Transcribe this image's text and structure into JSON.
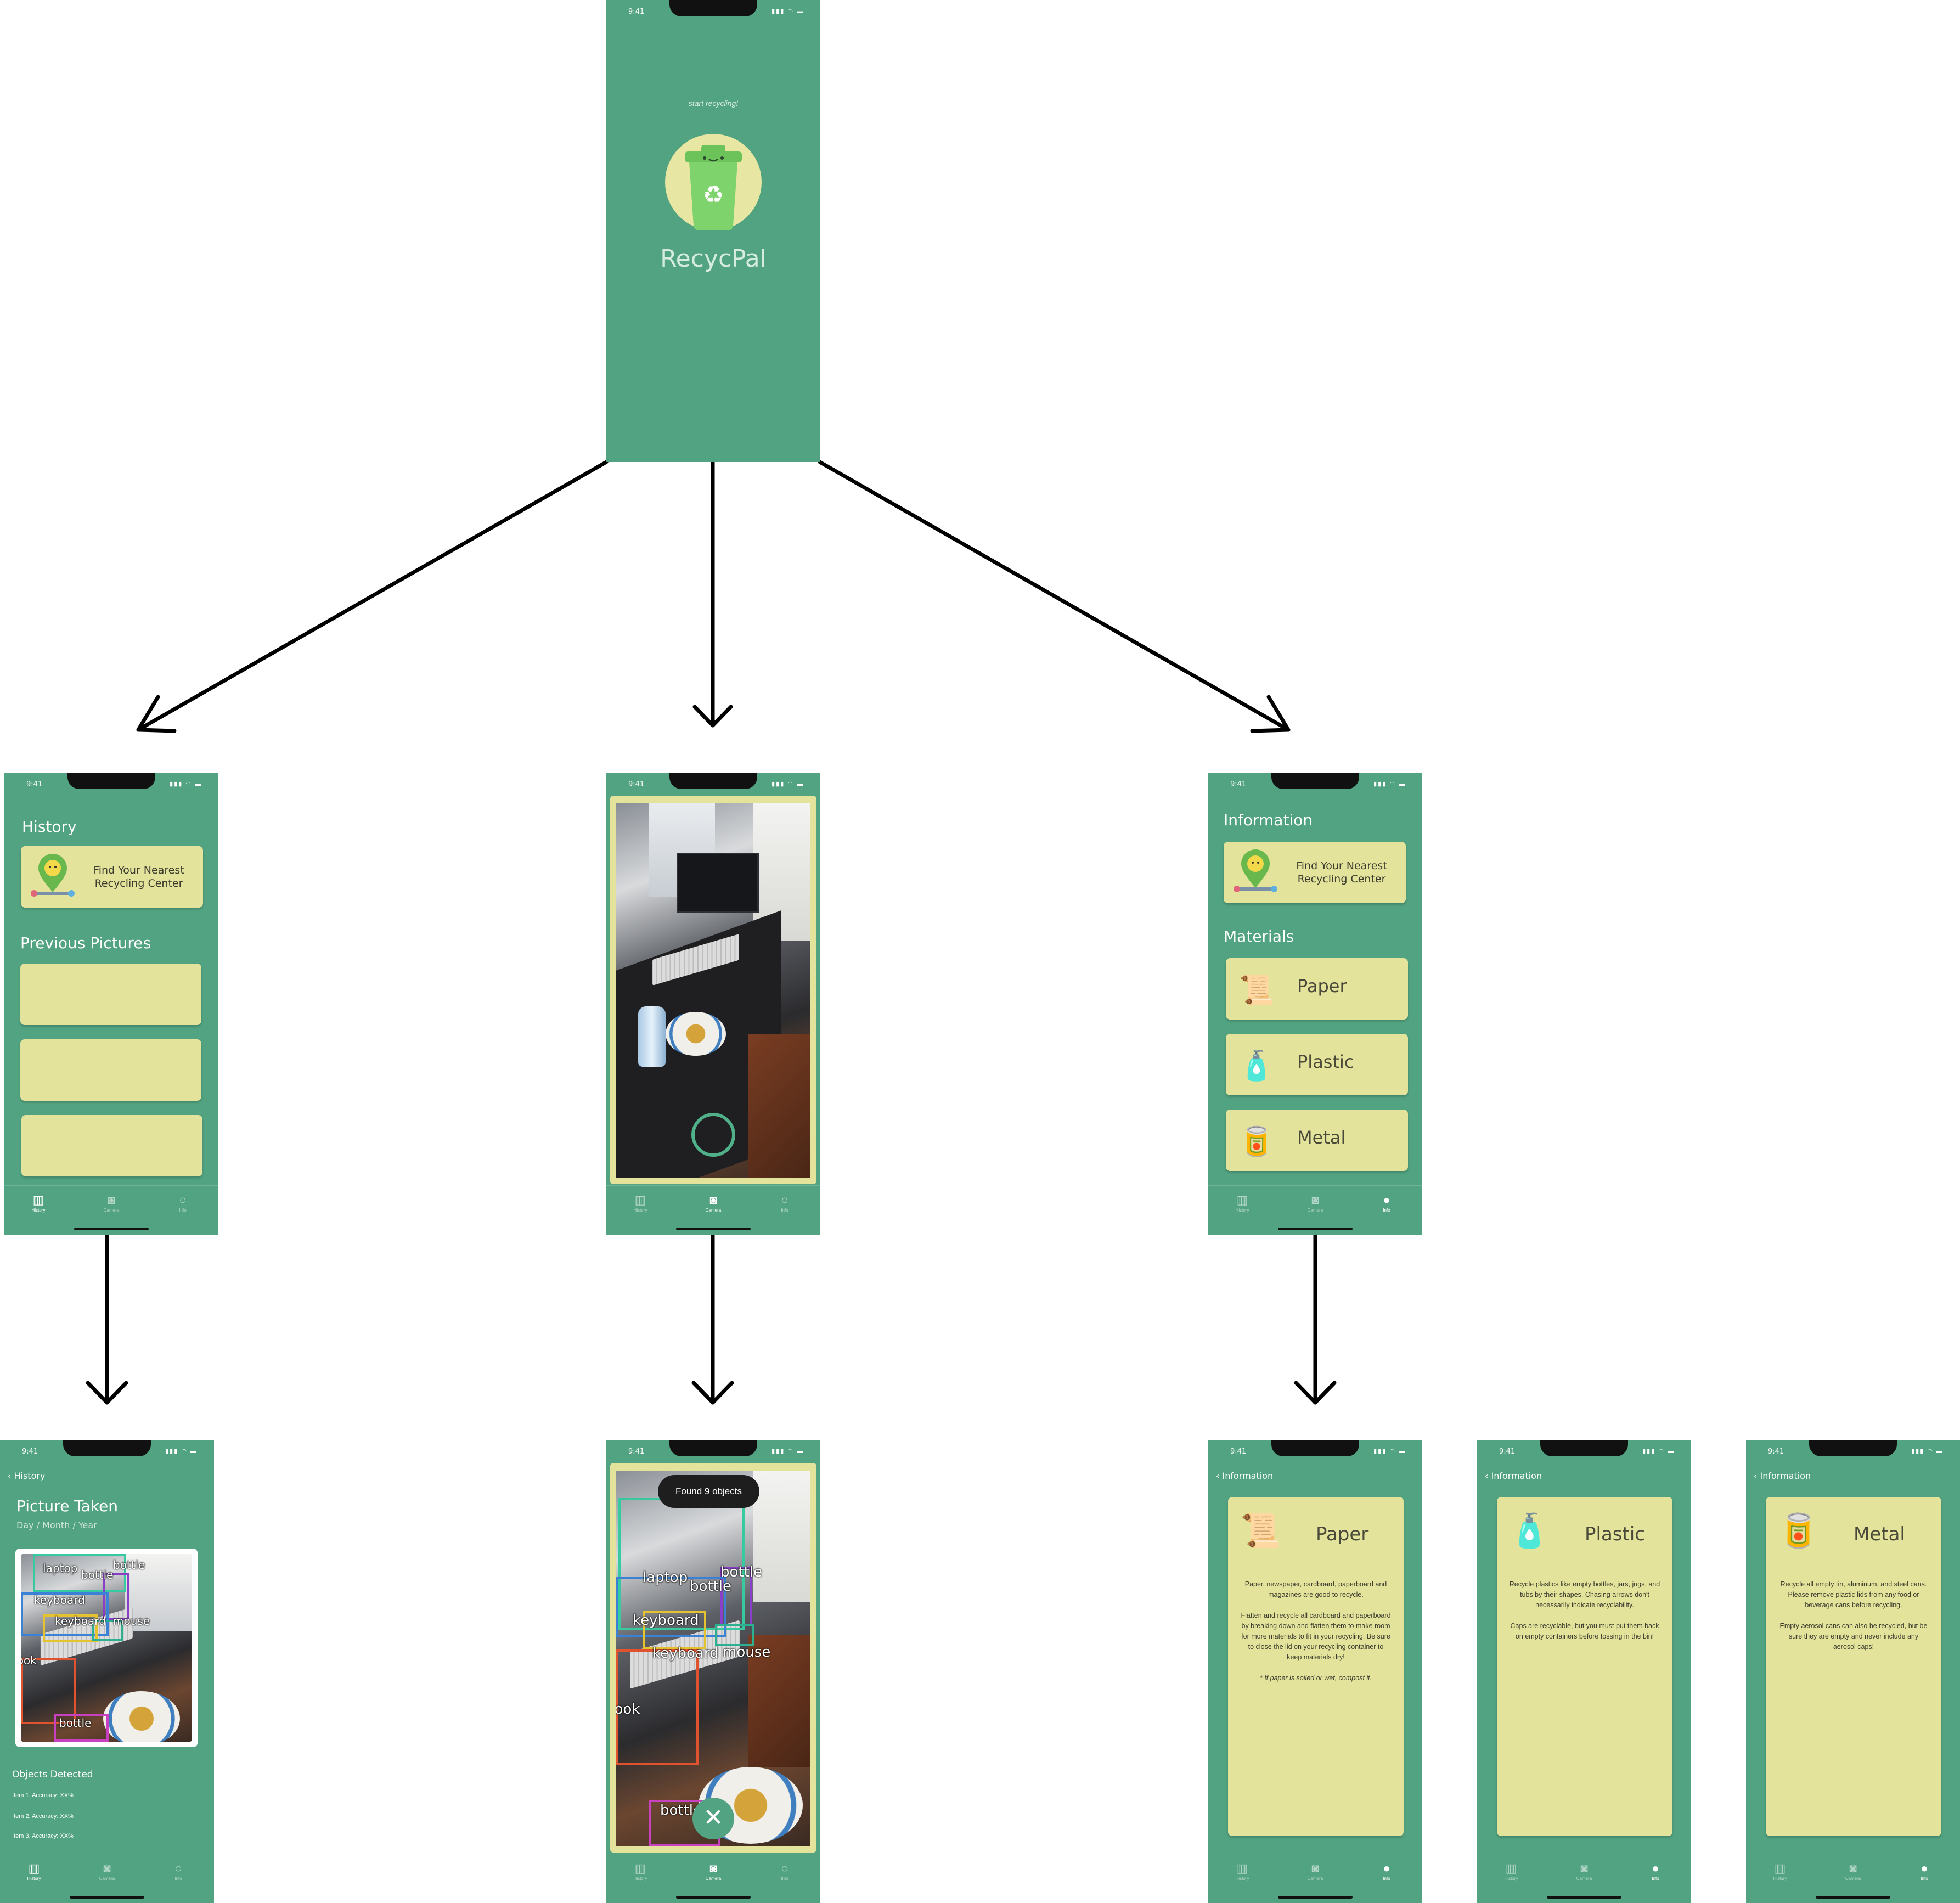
{
  "status_bar": {
    "time": "9:41",
    "icons": "▮▮▮ ◠ ▬"
  },
  "splash": {
    "tagline": "start recycling!",
    "app_name": "RecycPal"
  },
  "tabs": [
    {
      "label": "History",
      "icon": "history-icon"
    },
    {
      "label": "Camera",
      "icon": "camera-icon"
    },
    {
      "label": "Info",
      "icon": "info-icon"
    }
  ],
  "history": {
    "title": "History",
    "nearest_line1": "Find Your Nearest",
    "nearest_line2": "Recycling Center",
    "previous_title": "Previous Pictures"
  },
  "picture_detail": {
    "back_label": "History",
    "title": "Picture Taken",
    "date": "Day / Month / Year",
    "objects_title": "Objects Detected",
    "items": [
      "Item 1, Accuracy: XX%",
      "Item 2, Accuracy: XX%",
      "Item 3, Accuracy: XX%"
    ]
  },
  "camera": {
    "found_text": "Found 9 objects",
    "detections": [
      "laptop",
      "bottle",
      "bottle",
      "keyboard",
      "keyboard",
      "mouse",
      "book",
      "bottle"
    ]
  },
  "information": {
    "title": "Information",
    "nearest_line1": "Find Your Nearest",
    "nearest_line2": "Recycling Center",
    "materials_title": "Materials",
    "materials": [
      "Paper",
      "Plastic",
      "Metal"
    ]
  },
  "details": {
    "back_label": "Information",
    "paper": {
      "title": "Paper",
      "p1": "Paper, newspaper, cardboard, paperboard and magazines are good to recycle.",
      "p2": "Flatten and recycle all cardboard and paperboard by breaking down and flatten them to make room for more materials to fit in your recycling. Be sure to close the lid on your recycling container to keep materials dry!",
      "note": "* If paper is soiled or wet, compost it."
    },
    "plastic": {
      "title": "Plastic",
      "p1": "Recycle plastics like empty bottles, jars, jugs, and tubs by their shapes. Chasing arrows don't necessarily indicate recyclability.",
      "p2": "Caps are recyclable, but you must put them back on empty containers before tossing in the bin!"
    },
    "metal": {
      "title": "Metal",
      "p1": "Recycle all empty tin, aluminum, and steel cans. Please remove plastic lids from any food or beverage cans before recycling.",
      "p2": "Empty aerosol cans can also be recycled, but be sure they are empty and never include any aerosol caps!"
    }
  },
  "colors": {
    "screen_green": "#52a382",
    "card_yellow": "#e3e39c",
    "arrow": "#000000"
  }
}
